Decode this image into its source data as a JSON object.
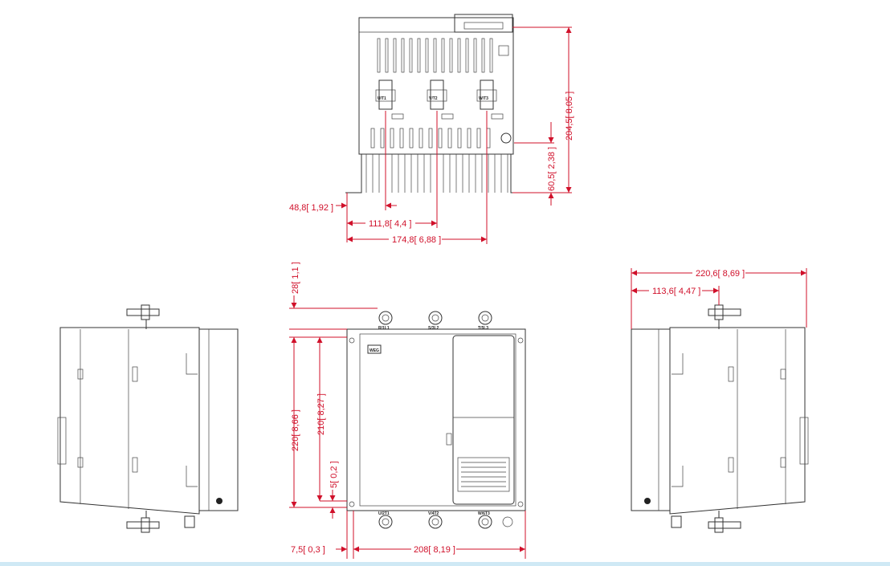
{
  "top_view": {
    "terminals": [
      "U/T1",
      "V/T2",
      "W/T3"
    ],
    "dims": {
      "height_total": "204,5[ 8,05 ]",
      "height_ground": "60,5[ 2,38 ]",
      "offset_left": "48,8[ 1,92 ]",
      "offset_mid": "111,8[ 4,4 ]",
      "offset_right": "174,8[ 6,88 ]"
    }
  },
  "front_view": {
    "top_terminals": [
      "R/1L1",
      "S/3L2",
      "T/5L3"
    ],
    "bottom_terminals": [
      "U/2T1",
      "V/4T2",
      "W/6T3"
    ],
    "logo": "WEG",
    "dims": {
      "top_offset": "28[ 1,1 ]",
      "height_total": "220[ 8,66 ]",
      "height_mount": "210[ 8,27 ]",
      "bottom_offset": "5[ 0,2 ]",
      "left_offset": "7,5[ 0,3 ]",
      "width_mount": "208[ 8,19 ]"
    }
  },
  "side_view_right": {
    "dims": {
      "depth_total": "220,6[ 8,69 ]",
      "depth_terminal": "113,6[ 4,47 ]"
    }
  }
}
